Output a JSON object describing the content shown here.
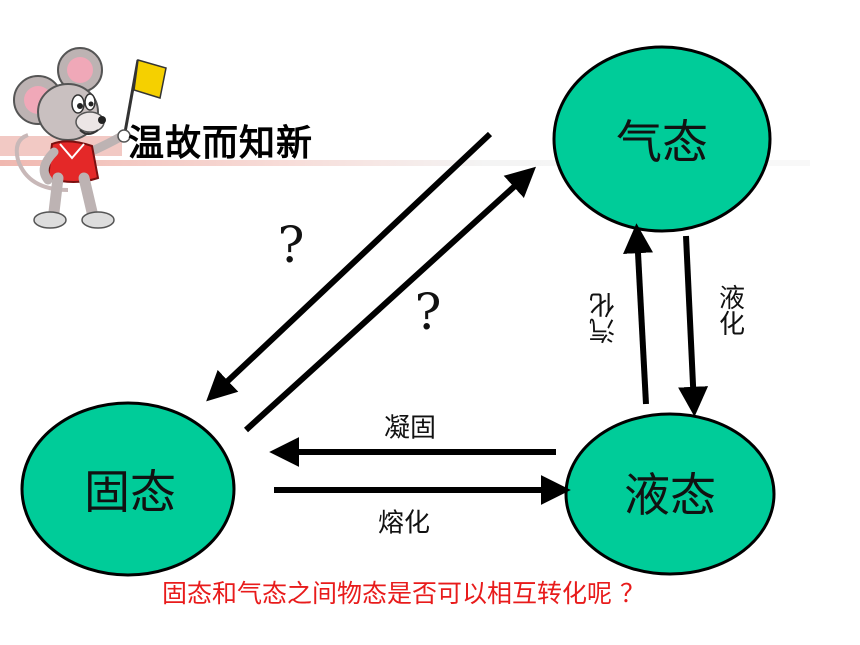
{
  "header": {
    "title": "温故而知新"
  },
  "states": {
    "gas": "气态",
    "solid": "固态",
    "liquid": "液态"
  },
  "transitions": {
    "vaporization": "汽化",
    "condensation": "液化",
    "solidification": "凝固",
    "melting": "熔化",
    "unknown_gas_to_solid": "?",
    "unknown_solid_to_gas": "?"
  },
  "footer": {
    "question": "固态和气态之间物态是否可以相互转化呢 ？"
  },
  "colors": {
    "state_fill": "#00cc99",
    "question_text": "#e81b1b"
  },
  "icons": {
    "mascot": "mouse-with-flag-icon"
  }
}
